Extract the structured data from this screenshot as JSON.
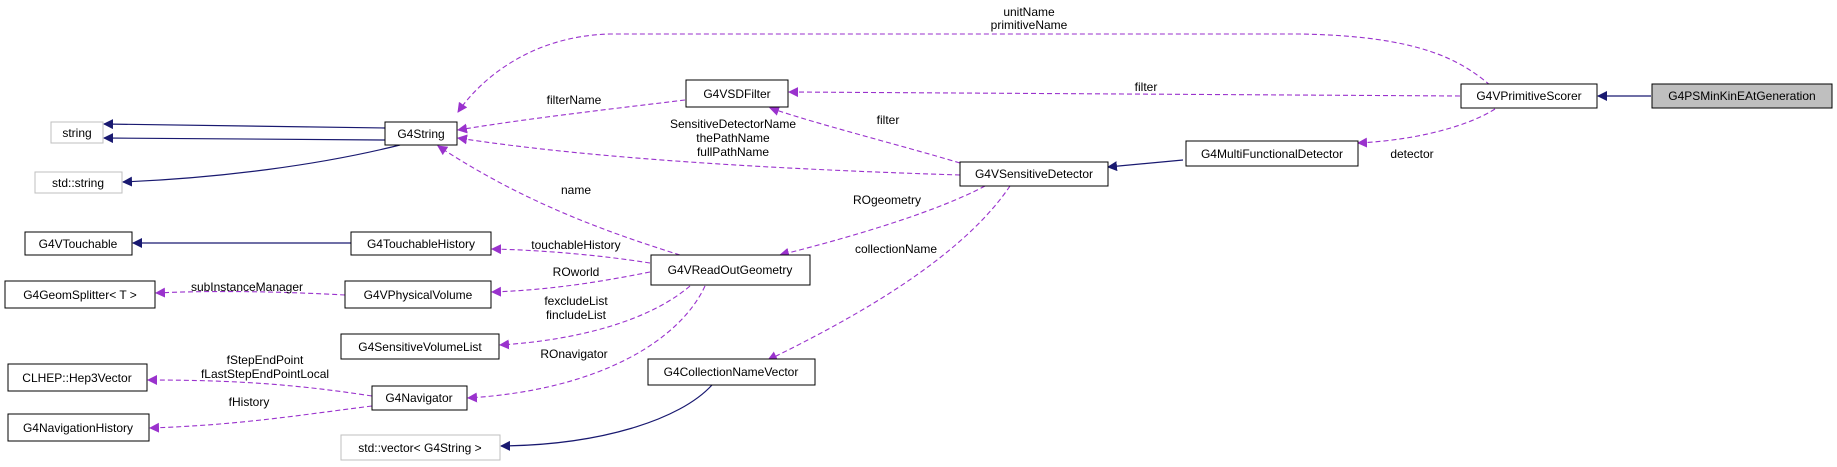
{
  "colors": {
    "inheritance_edge": "#191970",
    "usage_edge": "#9a32cd",
    "focus_node_fill": "#bfbfbf",
    "external_node_border": "#bfbfbf"
  },
  "nodes": {
    "string": "string",
    "std_string": "std::string",
    "g4string": "G4String",
    "g4vtouchable": "G4VTouchable",
    "g4touchablehistory": "G4TouchableHistory",
    "g4geomsplitter": "G4GeomSplitter< T >",
    "g4vphysicalvolume": "G4VPhysicalVolume",
    "g4sensitivevolumelist": "G4SensitiveVolumeList",
    "clhep_hep3vector": "CLHEP::Hep3Vector",
    "g4navigator": "G4Navigator",
    "g4navigationhistory": "G4NavigationHistory",
    "std_vector_g4string": "std::vector< G4String >",
    "g4vsdfilter": "G4VSDFilter",
    "g4vsensitivedetector": "G4VSensitiveDetector",
    "g4vreadoutgeometry": "G4VReadOutGeometry",
    "g4collectionnamevector": "G4CollectionNameVector",
    "g4multifunctionaldetector": "G4MultiFunctionalDetector",
    "g4vprimitivescorer": "G4VPrimitiveScorer",
    "g4psminkineatgeneration": "G4PSMinKinEAtGeneration"
  },
  "edge_labels": {
    "unitname": "unitName",
    "primitivename": "primitiveName",
    "filter_top": "filter",
    "filtername": "filterName",
    "filter_sd": "filter",
    "detector": "detector",
    "sensitivedetectorname": "SensitiveDetectorName",
    "thepathname": "thePathName",
    "fullpathname": "fullPathName",
    "name": "name",
    "rogeometry": "ROgeometry",
    "touchablehistory": "touchableHistory",
    "collectionname": "collectionName",
    "subinstancemanager": "subInstanceManager",
    "roworld": "ROworld",
    "fexcludelist": "fexcludeList",
    "fincludelist": "fincludeList",
    "fstependpoint": "fStepEndPoint",
    "flaststependpointlocal": "fLastStepEndPointLocal",
    "ronavigator": "ROnavigator",
    "fhistory": "fHistory"
  }
}
